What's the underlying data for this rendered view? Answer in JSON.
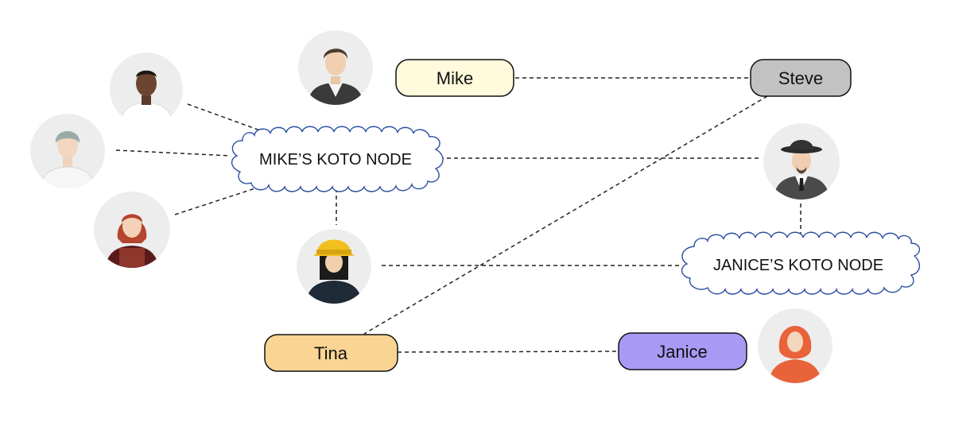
{
  "people": {
    "mike": {
      "label": "Mike",
      "color": "#fffbdc"
    },
    "steve": {
      "label": "Steve",
      "color": "#c2c2c2"
    },
    "tina": {
      "label": "Tina",
      "color": "#fad492"
    },
    "janice": {
      "label": "Janice",
      "color": "#a89af5"
    }
  },
  "nodes": {
    "mike_node": {
      "label": "MIKE’S KOTO NODE"
    },
    "janice_node": {
      "label": "JANICE’S KOTO NODE"
    }
  },
  "colors": {
    "edge": "#222222",
    "cloud_border": "#2a4fa0",
    "avatar_bg": "#ededed"
  },
  "avatars": [
    {
      "name": "avatar-dark-vest-man-icon"
    },
    {
      "name": "avatar-chef-icon"
    },
    {
      "name": "avatar-surgeon-cap-icon"
    },
    {
      "name": "avatar-red-hair-woman-icon"
    },
    {
      "name": "avatar-firefighter-icon"
    },
    {
      "name": "avatar-fedora-man-icon"
    },
    {
      "name": "avatar-hijab-woman-icon"
    }
  ]
}
